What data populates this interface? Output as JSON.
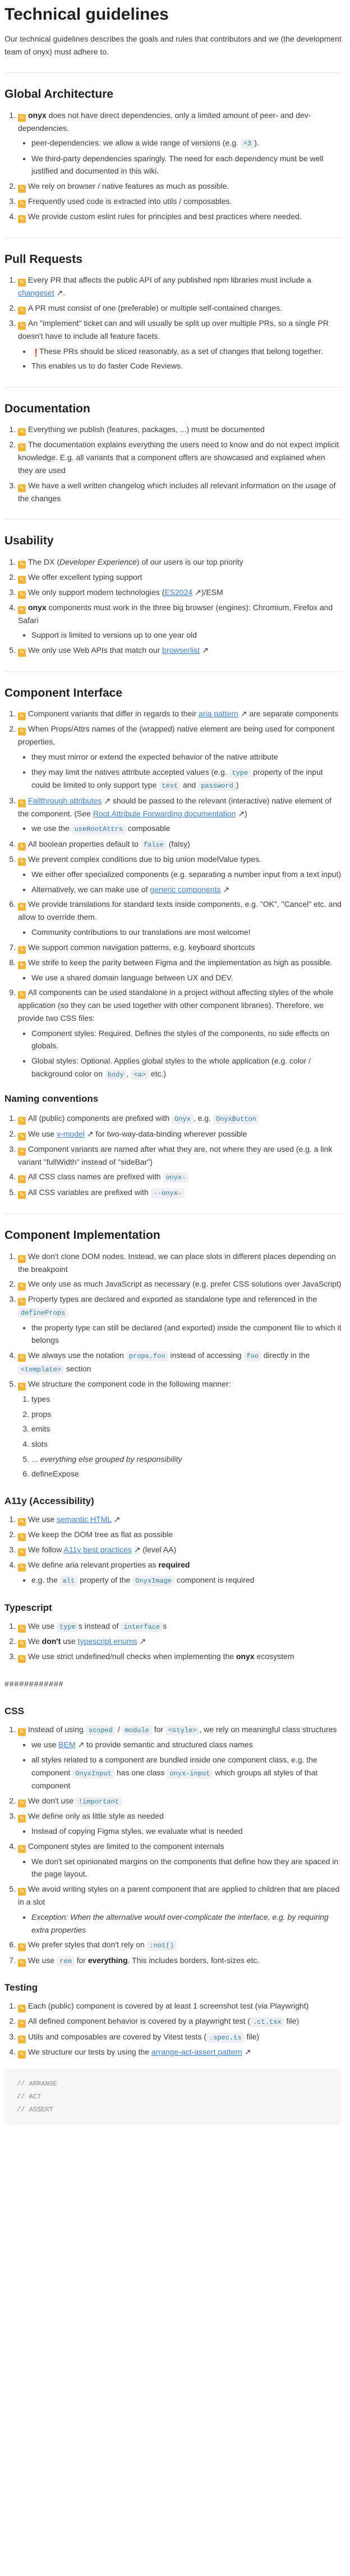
{
  "title": "Technical guidelines",
  "intro": "Our technical guidelines describes the goals and rules that contributors and we (the development team of onyx) must adhere to.",
  "badge_icon": "🪶",
  "sections": [
    {
      "heading": "Global Architecture",
      "items": [
        {
          "badge": true,
          "html": "<strong>onyx</strong> does not have direct dependencies, only a limited amount of peer- and dev-dependencies.",
          "sub": [
            {
              "html": "peer-dependencies: we allow a wide range of versions (e.g. <code>^3</code>)."
            },
            {
              "html": "We third-party dependencies sparingly. The need for each dependency must be well justified and documented in this wiki."
            }
          ]
        },
        {
          "badge": true,
          "html": "We rely on browser / native features as much as possible."
        },
        {
          "badge": true,
          "html": "Frequently used code is extracted into utils / composables."
        },
        {
          "badge": true,
          "html": "We provide custom eslint rules for principles and best practices where needed."
        }
      ]
    },
    {
      "heading": "Pull Requests",
      "items": [
        {
          "badge": true,
          "html": "Every PR that affects the public API of any published npm libraries must include a <span class=\"lnk\">changeset</span> ↗."
        },
        {
          "badge": true,
          "html": "A PR must consist of one (preferable) or multiple self-contained changes."
        },
        {
          "badge": true,
          "html": "An \"implement\" ticket can and will usually be split up over multiple PRs, so a single PR doesn't have to include all feature facets.",
          "sub": [
            {
              "warn": true,
              "html": "These PRs should be sliced reasonably, as a set of changes that belong together."
            },
            {
              "html": "This enables us to do faster Code Reviews."
            }
          ]
        }
      ]
    },
    {
      "heading": "Documentation",
      "items": [
        {
          "badge": true,
          "html": "Everything we publish (features, packages, ...) must be documented"
        },
        {
          "badge": true,
          "html": "The documentation explains everything the users need to know and do not expect implicit knowledge. E.g. all variants that a component offers are showcased and explained when they are used"
        },
        {
          "badge": true,
          "html": "We have a well written changelog which includes all relevant information on the usage of the changes"
        }
      ]
    },
    {
      "heading": "Usability",
      "items": [
        {
          "badge": true,
          "html": "The DX (<em>Developer Experience</em>) of our users is our top priority"
        },
        {
          "badge": true,
          "html": "We offer excellent typing support"
        },
        {
          "badge": true,
          "html": "We only support modern technologies (<span class=\"lnk\">ES2024</span> ↗)/ESM"
        },
        {
          "badge": true,
          "html": "<strong>onyx</strong> components must work in the three big browser (engines): Chromium, Firefox and Safari",
          "sub": [
            {
              "html": "Support is limited to versions up to one year old"
            }
          ]
        },
        {
          "badge": true,
          "html": "We only use Web APIs that match our <span class=\"lnk\">browserlist</span> ↗"
        }
      ]
    },
    {
      "heading": "Component Interface",
      "items": [
        {
          "badge": true,
          "html": "Component variants that differ in regards to their <span class=\"lnk\">aria pattern</span> ↗ are separate components"
        },
        {
          "badge": true,
          "html": "When Props/Attrs names of the (wrapped) native element are being used for component properties,",
          "sub": [
            {
              "html": "they must mirror or extend the expected behavior of the native attribute"
            },
            {
              "html": "they may limit the natives attribute accepted values (e.g. <code>type</code> property of the input could be limited to only support type <code>text</code> and <code>password</code>)"
            }
          ]
        },
        {
          "badge": true,
          "html": "<span class=\"lnk\">Fallthrough attributes</span> ↗ should be passed to the relevant (interactive) native element of the component. (See <span class=\"lnk\">Root Attribute Forwarding documentation</span> ↗)",
          "sub": [
            {
              "html": "we use the <code>useRootAttrs</code> composable"
            }
          ]
        },
        {
          "badge": true,
          "html": "All boolean properties default to <code>false</code> (falsy)"
        },
        {
          "badge": true,
          "html": "We prevent complex conditions due to big union modelValue types.",
          "sub": [
            {
              "html": "We either offer specialized components (e.g. separating a number input from a text input)"
            },
            {
              "html": "Alternatively, we can make use of <span class=\"lnk\">generic components</span> ↗"
            }
          ]
        },
        {
          "badge": true,
          "html": "We provide translations for standard texts inside components, e.g. \"OK\", \"Cancel\" etc. and allow to override them.",
          "sub": [
            {
              "html": "Community contributions to our translations are most welcome!"
            }
          ]
        },
        {
          "badge": true,
          "html": "We support common navigation patterns, e.g. keyboard shortcuts"
        },
        {
          "badge": true,
          "html": "We strife to keep the parity between Figma and the implementation as high as possible.",
          "sub": [
            {
              "html": "We use a shared domain language between UX and DEV."
            }
          ]
        },
        {
          "badge": true,
          "html": "All components can be used standalone in a project without affecting styles of the whole application (so they can be used together with other component libraries). Therefore, we provide two CSS files:",
          "sub": [
            {
              "html": "Component styles: Required. Defines the styles of the components, no side effects on globals."
            },
            {
              "html": "Global styles: Optional. Applies global styles to the whole application (e.g. color / background color on <code>body</code>, <code>&lt;a&gt;</code> etc.)"
            }
          ]
        }
      ]
    }
  ],
  "naming": {
    "heading": "Naming conventions",
    "items": [
      {
        "badge": true,
        "html": "All (public) components are prefixed with <code>Onyx</code>, e.g. <code>OnyxButton</code>"
      },
      {
        "badge": true,
        "html": "We use <span class=\"lnk\">v-model</span> ↗ for two-way-data-binding wherever possible"
      },
      {
        "badge": true,
        "html": "Component variants are named after what they are, not where they are used (e.g. a link variant \"fullWidth\" instead of \"sideBar\")"
      },
      {
        "badge": true,
        "html": "All CSS class names are prefixed with <code>onyx-</code>"
      },
      {
        "badge": true,
        "html": "All CSS variables are prefixed with <code>--onyx-</code>"
      }
    ]
  },
  "implementation": {
    "heading": "Component Implementation",
    "items": [
      {
        "badge": true,
        "html": "We don't clone DOM nodes. Instead, we can place slots in different places depending on the breakpoint"
      },
      {
        "badge": true,
        "html": "We only use as much JavaScript as necessary (e.g. prefer CSS solutions over JavaScript)"
      },
      {
        "badge": true,
        "html": "Property types are declared and exported as standalone type and referenced in the <code>defineProps</code>",
        "sub": [
          {
            "html": "the property type can still be declared (and exported) inside the component file to which it belongs"
          }
        ]
      },
      {
        "badge": true,
        "html": "We always use the notation <code>props.foo</code> instead of accessing <code>foo</code> directly in the <code>&lt;template&gt;</code> section"
      },
      {
        "badge": true,
        "html": "We structure the component code in the following manner:",
        "numbered": [
          "types",
          "props",
          "emits",
          "slots",
          "... <em>everything else grouped by responsibility</em>",
          "defineExpose"
        ]
      }
    ]
  },
  "a11y": {
    "heading": "A11y (Accessibility)",
    "items": [
      {
        "badge": true,
        "html": "We use <span class=\"lnk\">semantic HTML</span> ↗"
      },
      {
        "badge": true,
        "html": "We keep the DOM tree as flat as possible"
      },
      {
        "badge": true,
        "html": "We follow <span class=\"lnk\">A11y best practices</span> ↗ (level AA)"
      },
      {
        "badge": true,
        "html": "We define aria relevant properties as <strong>required</strong>",
        "sub": [
          {
            "html": "e.g. the <code>alt</code> property of the <code>OnyxImage</code> component is required"
          }
        ]
      }
    ]
  },
  "typescript": {
    "heading": "Typescript",
    "items": [
      {
        "badge": true,
        "html": "We use <code>type</code>s instead of <code>interface</code>s"
      },
      {
        "badge": true,
        "html": "We <strong>don't</strong> use <span class=\"lnk\">typescript enums</span> ↗"
      },
      {
        "badge": true,
        "html": "We use strict undefined/null checks when implementing the <strong>onyx</strong> ecosystem"
      }
    ]
  },
  "divider": "############",
  "css": {
    "heading": "CSS",
    "items": [
      {
        "badge": true,
        "html": "Instead of using <code>scoped</code> / <code>module</code> for <code>&lt;style&gt;</code>, we rely on meaningful class structures",
        "sub": [
          {
            "html": "we use <span class=\"lnk\">BEM</span> ↗ to provide semantic and structured class names"
          },
          {
            "html": "all styles related to a component are bundled inside one component class, e.g. the component <code>OnyxInput</code> has one class <code>onyx-input</code> which groups all styles of that component"
          }
        ]
      },
      {
        "badge": true,
        "html": "We don't use <code>!important</code>"
      },
      {
        "badge": true,
        "html": "We define only as little style as needed",
        "sub": [
          {
            "html": "Instead of copying Figma styles, we evaluate what is needed"
          }
        ]
      },
      {
        "badge": true,
        "html": "Component styles are limited to the component internals",
        "sub": [
          {
            "html": "We don't set opinionated margins on the components that define how they are spaced in the page layout."
          }
        ]
      },
      {
        "badge": true,
        "html": "We avoid writing styles on a parent component that are applied to children that are placed in a slot",
        "sub": [
          {
            "html": "<em>Exception: When the alternative would over-complicate the interface, e.g. by requiring extra properties</em>"
          }
        ]
      },
      {
        "badge": true,
        "html": "We prefer styles that don't rely on <code>:not()</code>"
      },
      {
        "badge": true,
        "html": "We use <code>rem</code> for <strong>everything</strong>. This includes borders, font-sizes etc."
      }
    ]
  },
  "testing": {
    "heading": "Testing",
    "items": [
      {
        "badge": true,
        "html": "Each (public) component is covered by at least 1 screenshot test (via Playwright)"
      },
      {
        "badge": true,
        "html": "All defined component behavior is covered by a playwright test (<code>.ct.tsx</code> file)"
      },
      {
        "badge": true,
        "html": "Utils and composables are covered by Vitest tests (<code>.spec.ts</code> file)"
      },
      {
        "badge": true,
        "html": "We structure our tests by using the <span class=\"lnk\">arrange-act-assert pattern</span> ↗"
      }
    ]
  },
  "code_block": [
    "// ARRANGE",
    "// ACT",
    "// ASSERT"
  ]
}
